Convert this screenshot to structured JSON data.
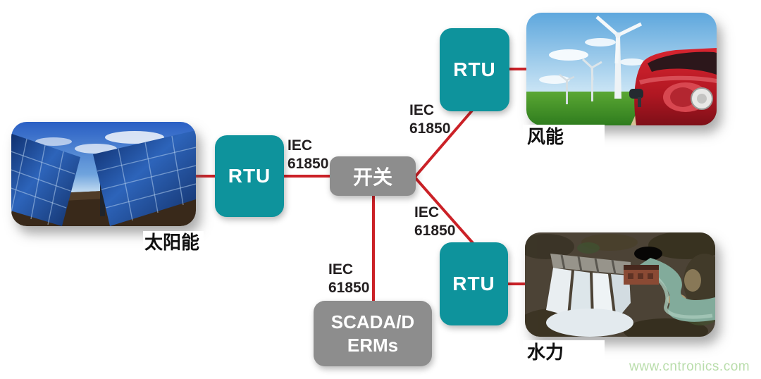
{
  "diagram_title": "IEC 61850 distributed energy network diagram",
  "colors": {
    "rtu_teal": "#0e939c",
    "node_gray": "#8d8d8d",
    "link_red": "#cb2127",
    "label_dark": "#231f20",
    "watermark_green": "#b9ddab"
  },
  "nodes": {
    "rtu_solar": {
      "label": "RTU"
    },
    "rtu_wind": {
      "label": "RTU"
    },
    "rtu_hydro": {
      "label": "RTU"
    },
    "switch": {
      "label": "开关"
    },
    "scada": {
      "line1": "SCADA/D",
      "line2": "ERMs"
    }
  },
  "link_labels": [
    {
      "position": "solar-rtu-to-switch",
      "line1": "IEC",
      "line2": "61850"
    },
    {
      "position": "switch-to-wind-rtu",
      "line1": "IEC",
      "line2": "61850"
    },
    {
      "position": "switch-to-hydro-rtu",
      "line1": "IEC",
      "line2": "61850"
    },
    {
      "position": "switch-to-scada",
      "line1": "IEC",
      "line2": "61850"
    }
  ],
  "images": {
    "solar": {
      "caption": "太阳能"
    },
    "wind": {
      "caption": "风能"
    },
    "hydro": {
      "caption": "水力"
    }
  },
  "watermark": "www.cntronics.com"
}
